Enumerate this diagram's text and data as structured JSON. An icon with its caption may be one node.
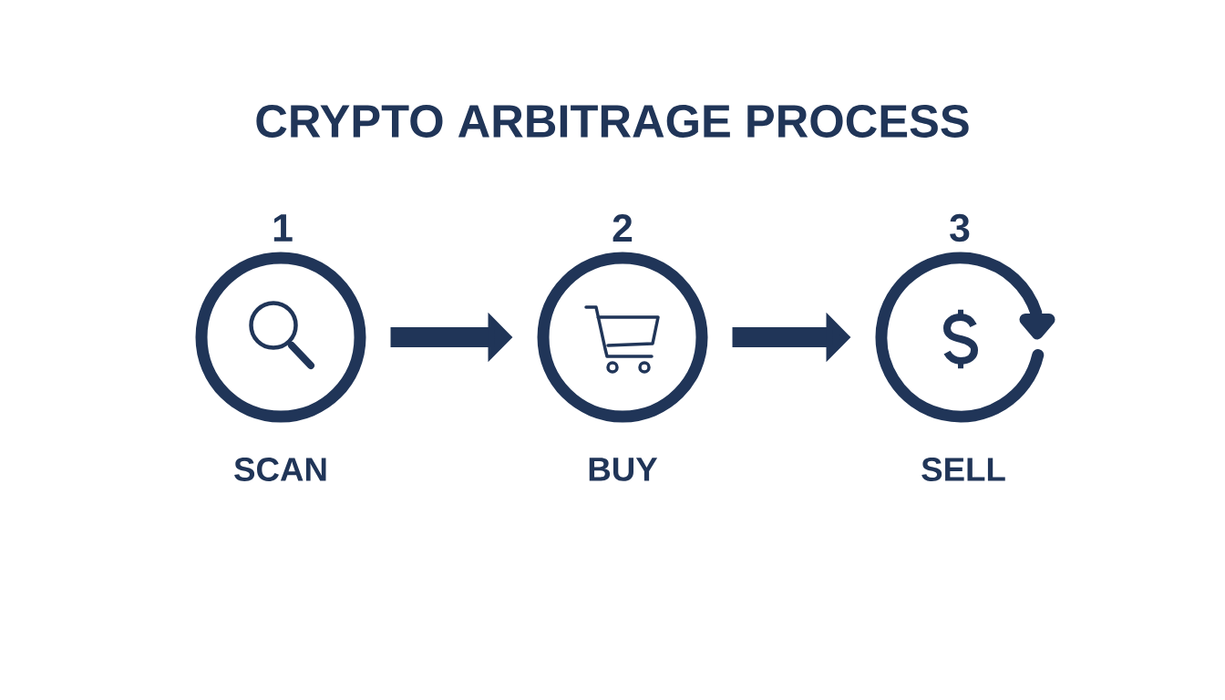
{
  "diagram": {
    "title": "CRYPTO ARBITRAGE PROCESS",
    "nodes": [
      {
        "text": [
          "1",
          "SCAN"
        ]
      },
      {
        "text": [
          "2",
          "BUY"
        ]
      },
      {
        "text": [
          "3",
          "SELL"
        ]
      }
    ],
    "edges": [
      {
        "from": 0,
        "to": 1,
        "arrow": "to"
      },
      {
        "from": 1,
        "to": 2,
        "arrow": "to"
      }
    ]
  }
}
